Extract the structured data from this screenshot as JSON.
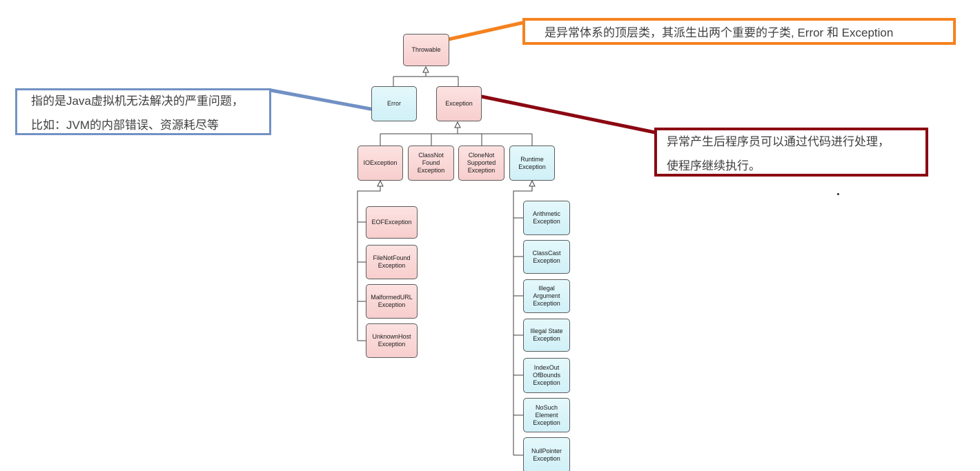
{
  "diagram": {
    "title": "Java Throwable exception hierarchy",
    "nodes": {
      "throwable": {
        "label": "Throwable",
        "color": "pink"
      },
      "error": {
        "label": "Error",
        "color": "cyan"
      },
      "exception": {
        "label": "Exception",
        "color": "pink"
      },
      "ioexception": {
        "label": "IOException",
        "color": "pink"
      },
      "classnotfound": {
        "label": "ClassNot Found Exception",
        "color": "pink"
      },
      "clonenotsupported": {
        "label": "CloneNot Supported Exception",
        "color": "pink"
      },
      "runtime": {
        "label": "Runtime Exception",
        "color": "cyan"
      },
      "eof": {
        "label": "EOFException",
        "color": "pink"
      },
      "filenotfound": {
        "label": "FileNotFound Exception",
        "color": "pink"
      },
      "malformedurl": {
        "label": "MalformedURL Exception",
        "color": "pink"
      },
      "unknownhost": {
        "label": "UnknownHost Exception",
        "color": "pink"
      },
      "arithmetic": {
        "label": "Arithmetic Exception",
        "color": "cyan"
      },
      "classcast": {
        "label": "ClassCast Exception",
        "color": "cyan"
      },
      "illegalargument": {
        "label": "Illegal Argument Exception",
        "color": "cyan"
      },
      "illegalstate": {
        "label": "Illegal State Exception",
        "color": "cyan"
      },
      "indexoutofbounds": {
        "label": "IndexOut OfBounds Exception",
        "color": "cyan"
      },
      "nosuchelement": {
        "label": "NoSuch Element Exception",
        "color": "cyan"
      },
      "nullpointer": {
        "label": "NullPointer Exception",
        "color": "cyan"
      }
    },
    "callouts": {
      "throwable_note": {
        "text": "是异常体系的顶层类，其派生出两个重要的子类, Error 和 Exception",
        "border_color": "#f5821f",
        "points_to": "Throwable"
      },
      "error_note": {
        "line1": "指的是Java虚拟机无法解决的严重问题，",
        "line2": "比如：JVM的内部错误、资源耗尽等",
        "border_color": "#7191c4",
        "points_to": "Error"
      },
      "exception_note": {
        "line1": "异常产生后程序员可以通过代码进行处理，",
        "line2": "使程序继续执行。",
        "border_color": "#8b0712",
        "points_to": "Exception"
      }
    },
    "colors": {
      "pink_fill": "#f8d4d3",
      "cyan_fill": "#d9f3f9",
      "node_border": "#5c5c5c",
      "connector": "#3f3f3f",
      "orange_accent": "#f5821f",
      "blue_accent": "#7191c4",
      "darkred_accent": "#8b0712"
    }
  }
}
